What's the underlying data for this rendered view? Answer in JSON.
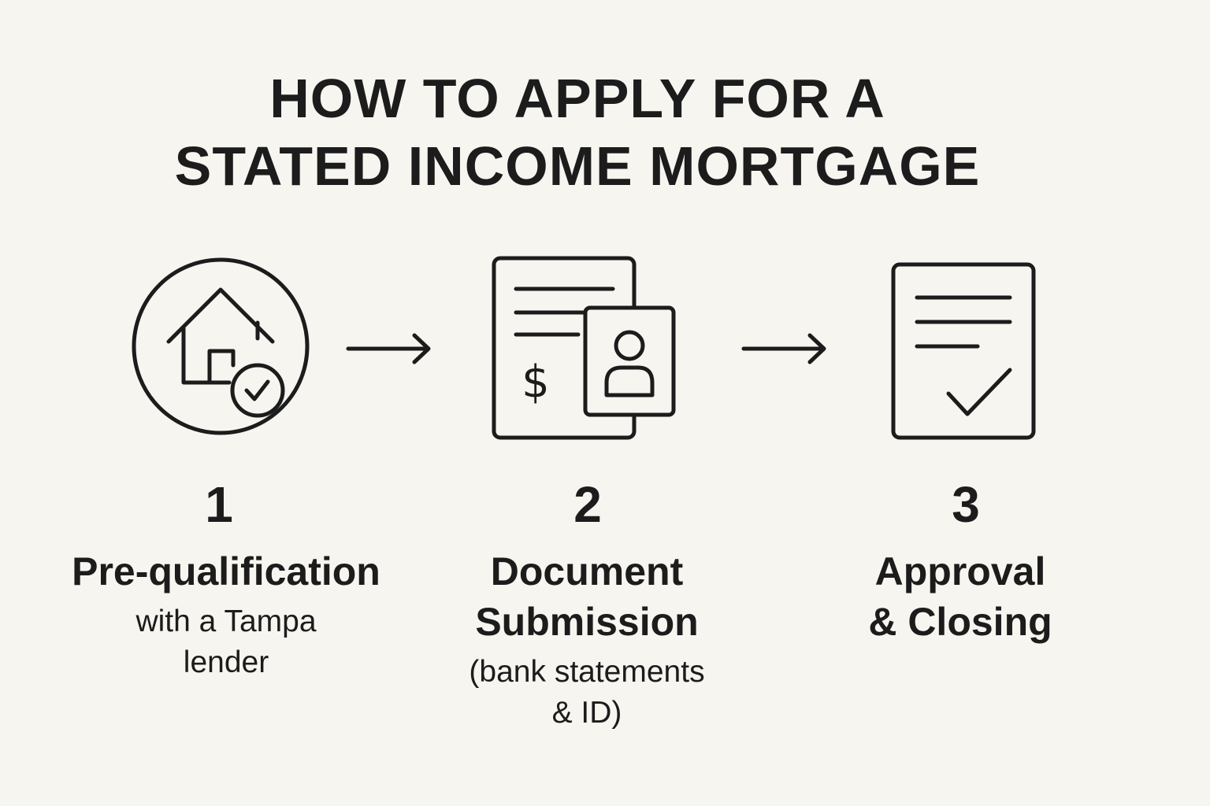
{
  "title": {
    "line1": "HOW TO APPLY FOR A",
    "line2": "STATED INCOME MORTGAGE"
  },
  "steps": [
    {
      "number": "1",
      "title_lines": [
        "Pre-qualification"
      ],
      "detail_lines": [
        "with a Tampa",
        "lender"
      ],
      "icon": "house-check-icon"
    },
    {
      "number": "2",
      "title_lines": [
        "Document",
        "Submission"
      ],
      "detail_lines": [
        "(bank statements",
        "& ID)"
      ],
      "icon": "documents-id-icon"
    },
    {
      "number": "3",
      "title_lines": [
        "Approval",
        "& Closing"
      ],
      "detail_lines": [],
      "icon": "approved-document-icon"
    }
  ],
  "arrows": [
    "arrow-right-icon",
    "arrow-right-icon"
  ],
  "colors": {
    "background": "#f7f5f0",
    "ink": "#1c1c1c"
  }
}
